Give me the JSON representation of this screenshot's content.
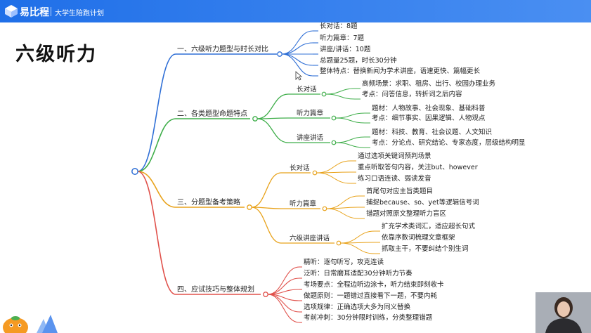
{
  "brand": {
    "name": "易比程",
    "tagline": "大学生陪跑计划"
  },
  "title": "六级听力",
  "mindmap": {
    "branches": [
      {
        "label": "一、六级听力题型与时长对比",
        "color": "#2f6fd6",
        "leaves": [
          "长对话：8题",
          "听力篇章：7题",
          "讲座/讲话：10题",
          "总题量25题，时长30分钟",
          "整体特点：替换新闻为学术讲座，语速更快、篇幅更长"
        ]
      },
      {
        "label": "二、各类题型命题特点",
        "color": "#3fae4a",
        "subs": [
          {
            "label": "长对话",
            "leaves": [
              "高频场景：求职、租房、出行、校园办理业务",
              "考点：问答信息，转折词之后内容"
            ]
          },
          {
            "label": "听力篇章",
            "leaves": [
              "题材：人物故事、社会现象、基础科普",
              "考点：细节事实、因果逻辑、人物观点"
            ]
          },
          {
            "label": "讲座讲话",
            "leaves": [
              "题材：科技、教育、社会议题、人文知识",
              "考点：分论点、研究结论、专家态度，层级结构明显"
            ]
          }
        ]
      },
      {
        "label": "三、分题型备考策略",
        "color": "#e8a21a",
        "subs": [
          {
            "label": "长对话",
            "leaves": [
              "通过选项关键词预判场景",
              "重点听取答句内容，关注but、however",
              "练习口语连读、弱读发音"
            ]
          },
          {
            "label": "听力篇章",
            "leaves": [
              "首尾句对应主旨类题目",
              "捕捉because、so、yet等逻辑信号词",
              "错题对照原文整理听力盲区"
            ]
          },
          {
            "label": "六级讲座讲话",
            "leaves": [
              "扩充学术类词汇，适应超长句式",
              "依靠序数词梳理文章框架",
              "抓取主干，不要纠结个别生词"
            ]
          }
        ]
      },
      {
        "label": "四、应试技巧与整体规划",
        "color": "#e0504a",
        "leaves": [
          "精听：逐句听写，攻克连读",
          "泛听：日常磨耳适配30分钟听力节奏",
          "考场要点：全程边听边涂卡，听力结束即刻收卡",
          "做题原则：一题错过直接看下一题，不要内耗",
          "选项规律：正确选项大多为同义替换",
          "考前冲刺：30分钟限时训练，分类整理错题"
        ]
      }
    ]
  },
  "icons": {
    "logo": "logo-cube-icon",
    "cursor": "cursor-arrow-icon",
    "mascot": "orange-mascot-icon"
  },
  "colors": {
    "topbar": "#1f6fe8",
    "branch1": "#2f6fd6",
    "branch2": "#3fae4a",
    "branch3": "#e8a21a",
    "branch4": "#e0504a"
  }
}
